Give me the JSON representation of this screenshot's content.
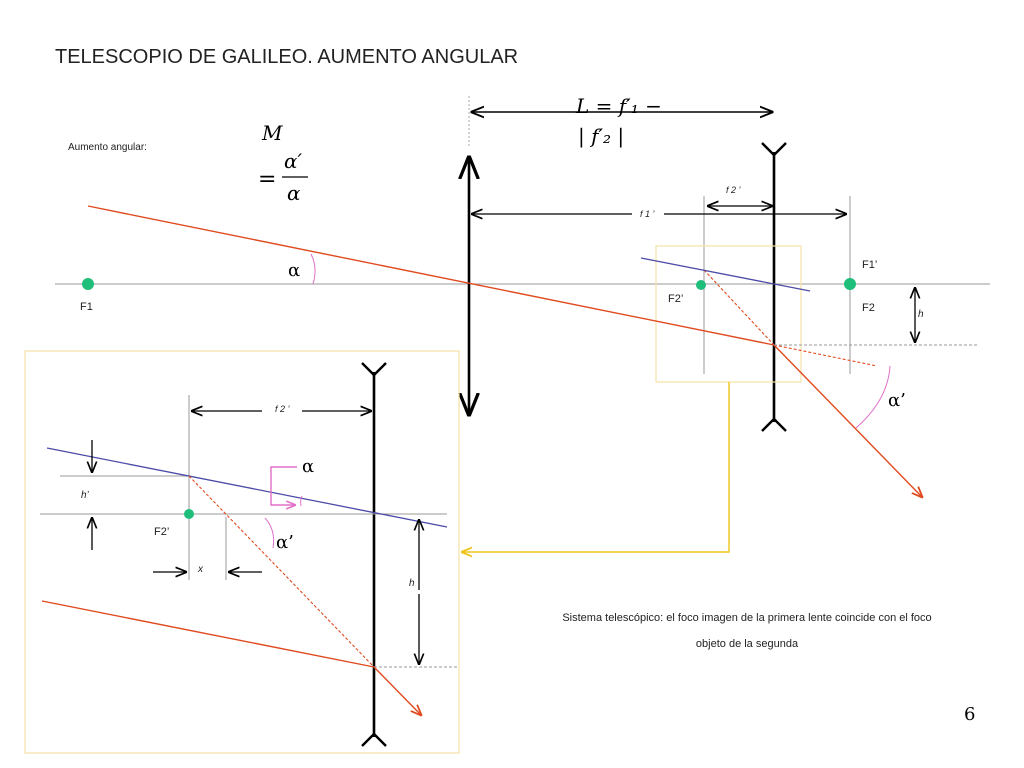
{
  "title": "TELESCOPIO DE GALILEO. AUMENTO ANGULAR",
  "aumento_label": "Aumento angular:",
  "formula_m": {
    "line1": "M",
    "eq": "=",
    "numerator": "α′",
    "denominator": "α"
  },
  "formula_l": {
    "line1": "L = f′₁ −",
    "line2": "| f′₂ |"
  },
  "labels": {
    "f2_prime": "f 2 ’",
    "f1_prime": "f 1 ’",
    "F1_prime": "F1’",
    "F2_prime": "F2’",
    "F1": "F1",
    "F2": "F2",
    "h": "h",
    "alpha": "α",
    "alpha_prime": "α’",
    "h_prime": "h’",
    "x": "x"
  },
  "caption": {
    "line1": "Sistema telescópico: el foco imagen de la primera lente coincide con el foco",
    "line2": "objeto de la segunda"
  },
  "page_number": "6",
  "colors": {
    "ray_red": "#e04a1e",
    "ray_blue": "#4b4ba8",
    "focus_green": "#1fbe7a",
    "zoom_yellow": "#f0c419",
    "angle_pink": "#e070c8",
    "axis_gray": "#9a9a9a"
  }
}
